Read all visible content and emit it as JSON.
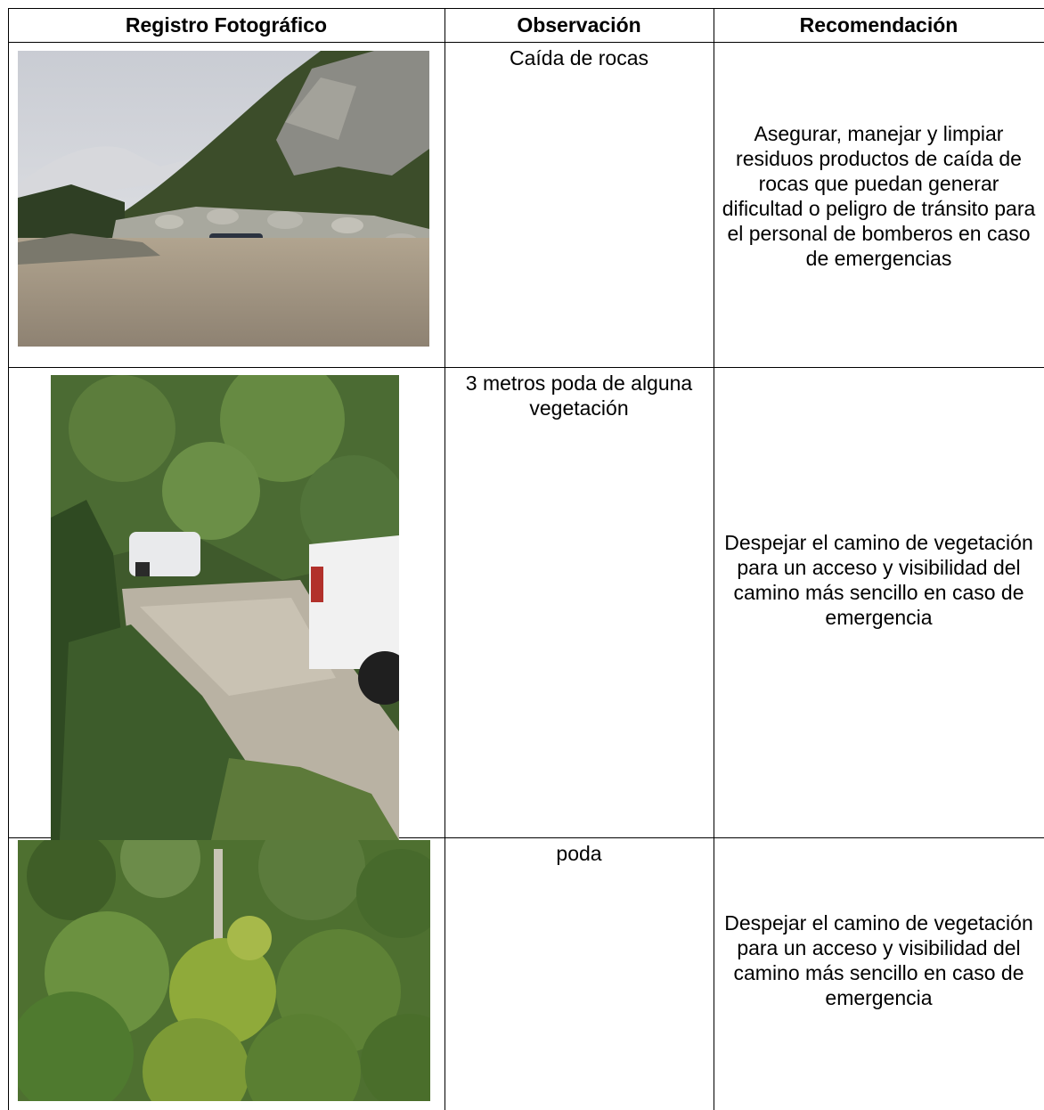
{
  "table": {
    "headers": {
      "photo": "Registro Fotográfico",
      "observation": "Observación",
      "recommendation": "Recomendación"
    },
    "rows": [
      {
        "observation": "Caída de rocas",
        "recommendation": "Asegurar, manejar y limpiar residuos productos de caída de rocas que puedan generar dificultad o peligro de tránsito para el personal de bomberos en caso de emergencias"
      },
      {
        "observation": "3 metros poda de alguna vegetación",
        "recommendation": "Despejar el camino de vegetación para un acceso y visibilidad del camino más sencillo en caso de emergencia"
      },
      {
        "observation": "poda",
        "recommendation": "Despejar el camino de vegetación para un acceso y visibilidad del camino más sencillo en caso de emergencia"
      }
    ]
  },
  "colors": {
    "border": "#000000",
    "text": "#000000",
    "background": "#ffffff"
  }
}
